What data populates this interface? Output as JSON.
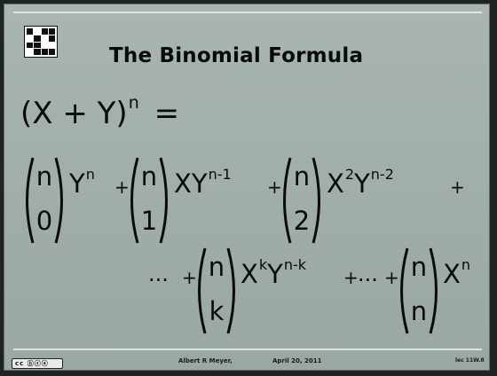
{
  "slide": {
    "title": "The Binomial Formula",
    "lhs": {
      "base": "(X + Y)",
      "exp": "n",
      "eq": "="
    },
    "row1": {
      "t1": {
        "n": "n",
        "k": "0",
        "var": "Y",
        "exp": "n"
      },
      "t2": {
        "n": "n",
        "k": "1",
        "var": "XY",
        "exp": "n-1"
      },
      "t3": {
        "n": "n",
        "k": "2",
        "var1": "X",
        "exp1": "2",
        "var2": "Y",
        "exp2": "n-2"
      },
      "plus": "+"
    },
    "row2": {
      "dots": "...",
      "tk": {
        "n": "n",
        "k": "k",
        "var1": "X",
        "exp1": "k",
        "var2": "Y",
        "exp2": "n-k"
      },
      "tn": {
        "n": "n",
        "k": "n",
        "var": "X",
        "exp": "n"
      },
      "plus": "+"
    },
    "footer": {
      "cc_badge": "cc ⓑⓢⓐ",
      "author": "Albert R Meyer,",
      "date": "April 20, 2011",
      "slide_id": "lec 11W.8"
    }
  },
  "colors": {
    "background": "#a5b1ad",
    "text": "#0a0a0a",
    "frame": "#1f2423"
  }
}
